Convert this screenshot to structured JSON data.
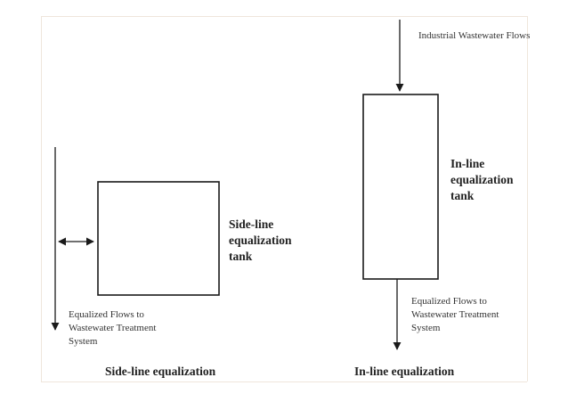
{
  "side_line": {
    "tank_label": [
      "Side-line",
      "equalization",
      "tank"
    ],
    "outflow_label": [
      "Equalized Flows to",
      "Wastewater Treatment",
      "System"
    ],
    "caption": "Side-line equalization"
  },
  "in_line": {
    "inflow_label": "Industrial Wastewater Flows",
    "tank_label": [
      "In-line",
      "equalization",
      "tank"
    ],
    "outflow_label": [
      "Equalized Flows to",
      "Wastewater Treatment",
      "System"
    ],
    "caption": "In-line equalization"
  },
  "colors": {
    "line": "#1a1a1a",
    "frame": "#efe6dc"
  }
}
